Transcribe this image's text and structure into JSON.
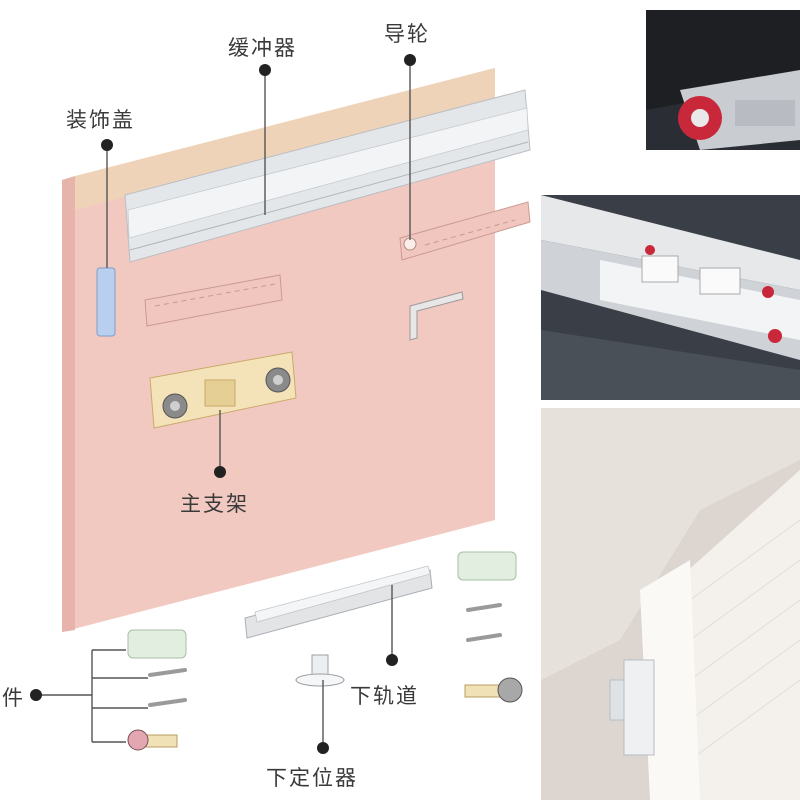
{
  "labels": {
    "buffer": "缓冲器",
    "guide_wheel": "导轮",
    "decorative_cover": "装饰盖",
    "main_bracket": "主支架",
    "lower_track": "下轨道",
    "lower_positioner": "下定位器",
    "accessories_partial": "件"
  },
  "colors": {
    "door_panel": "#f2c9c0",
    "door_edge": "#e6b4aa",
    "wood_top": "#efd3b8",
    "track_silver": "#e4e7ea",
    "bracket_yellow": "#f4e2b8",
    "part_green": "#e2efe0",
    "dark_photo": "#22252a",
    "wall_photo": "#ddd6d0"
  }
}
